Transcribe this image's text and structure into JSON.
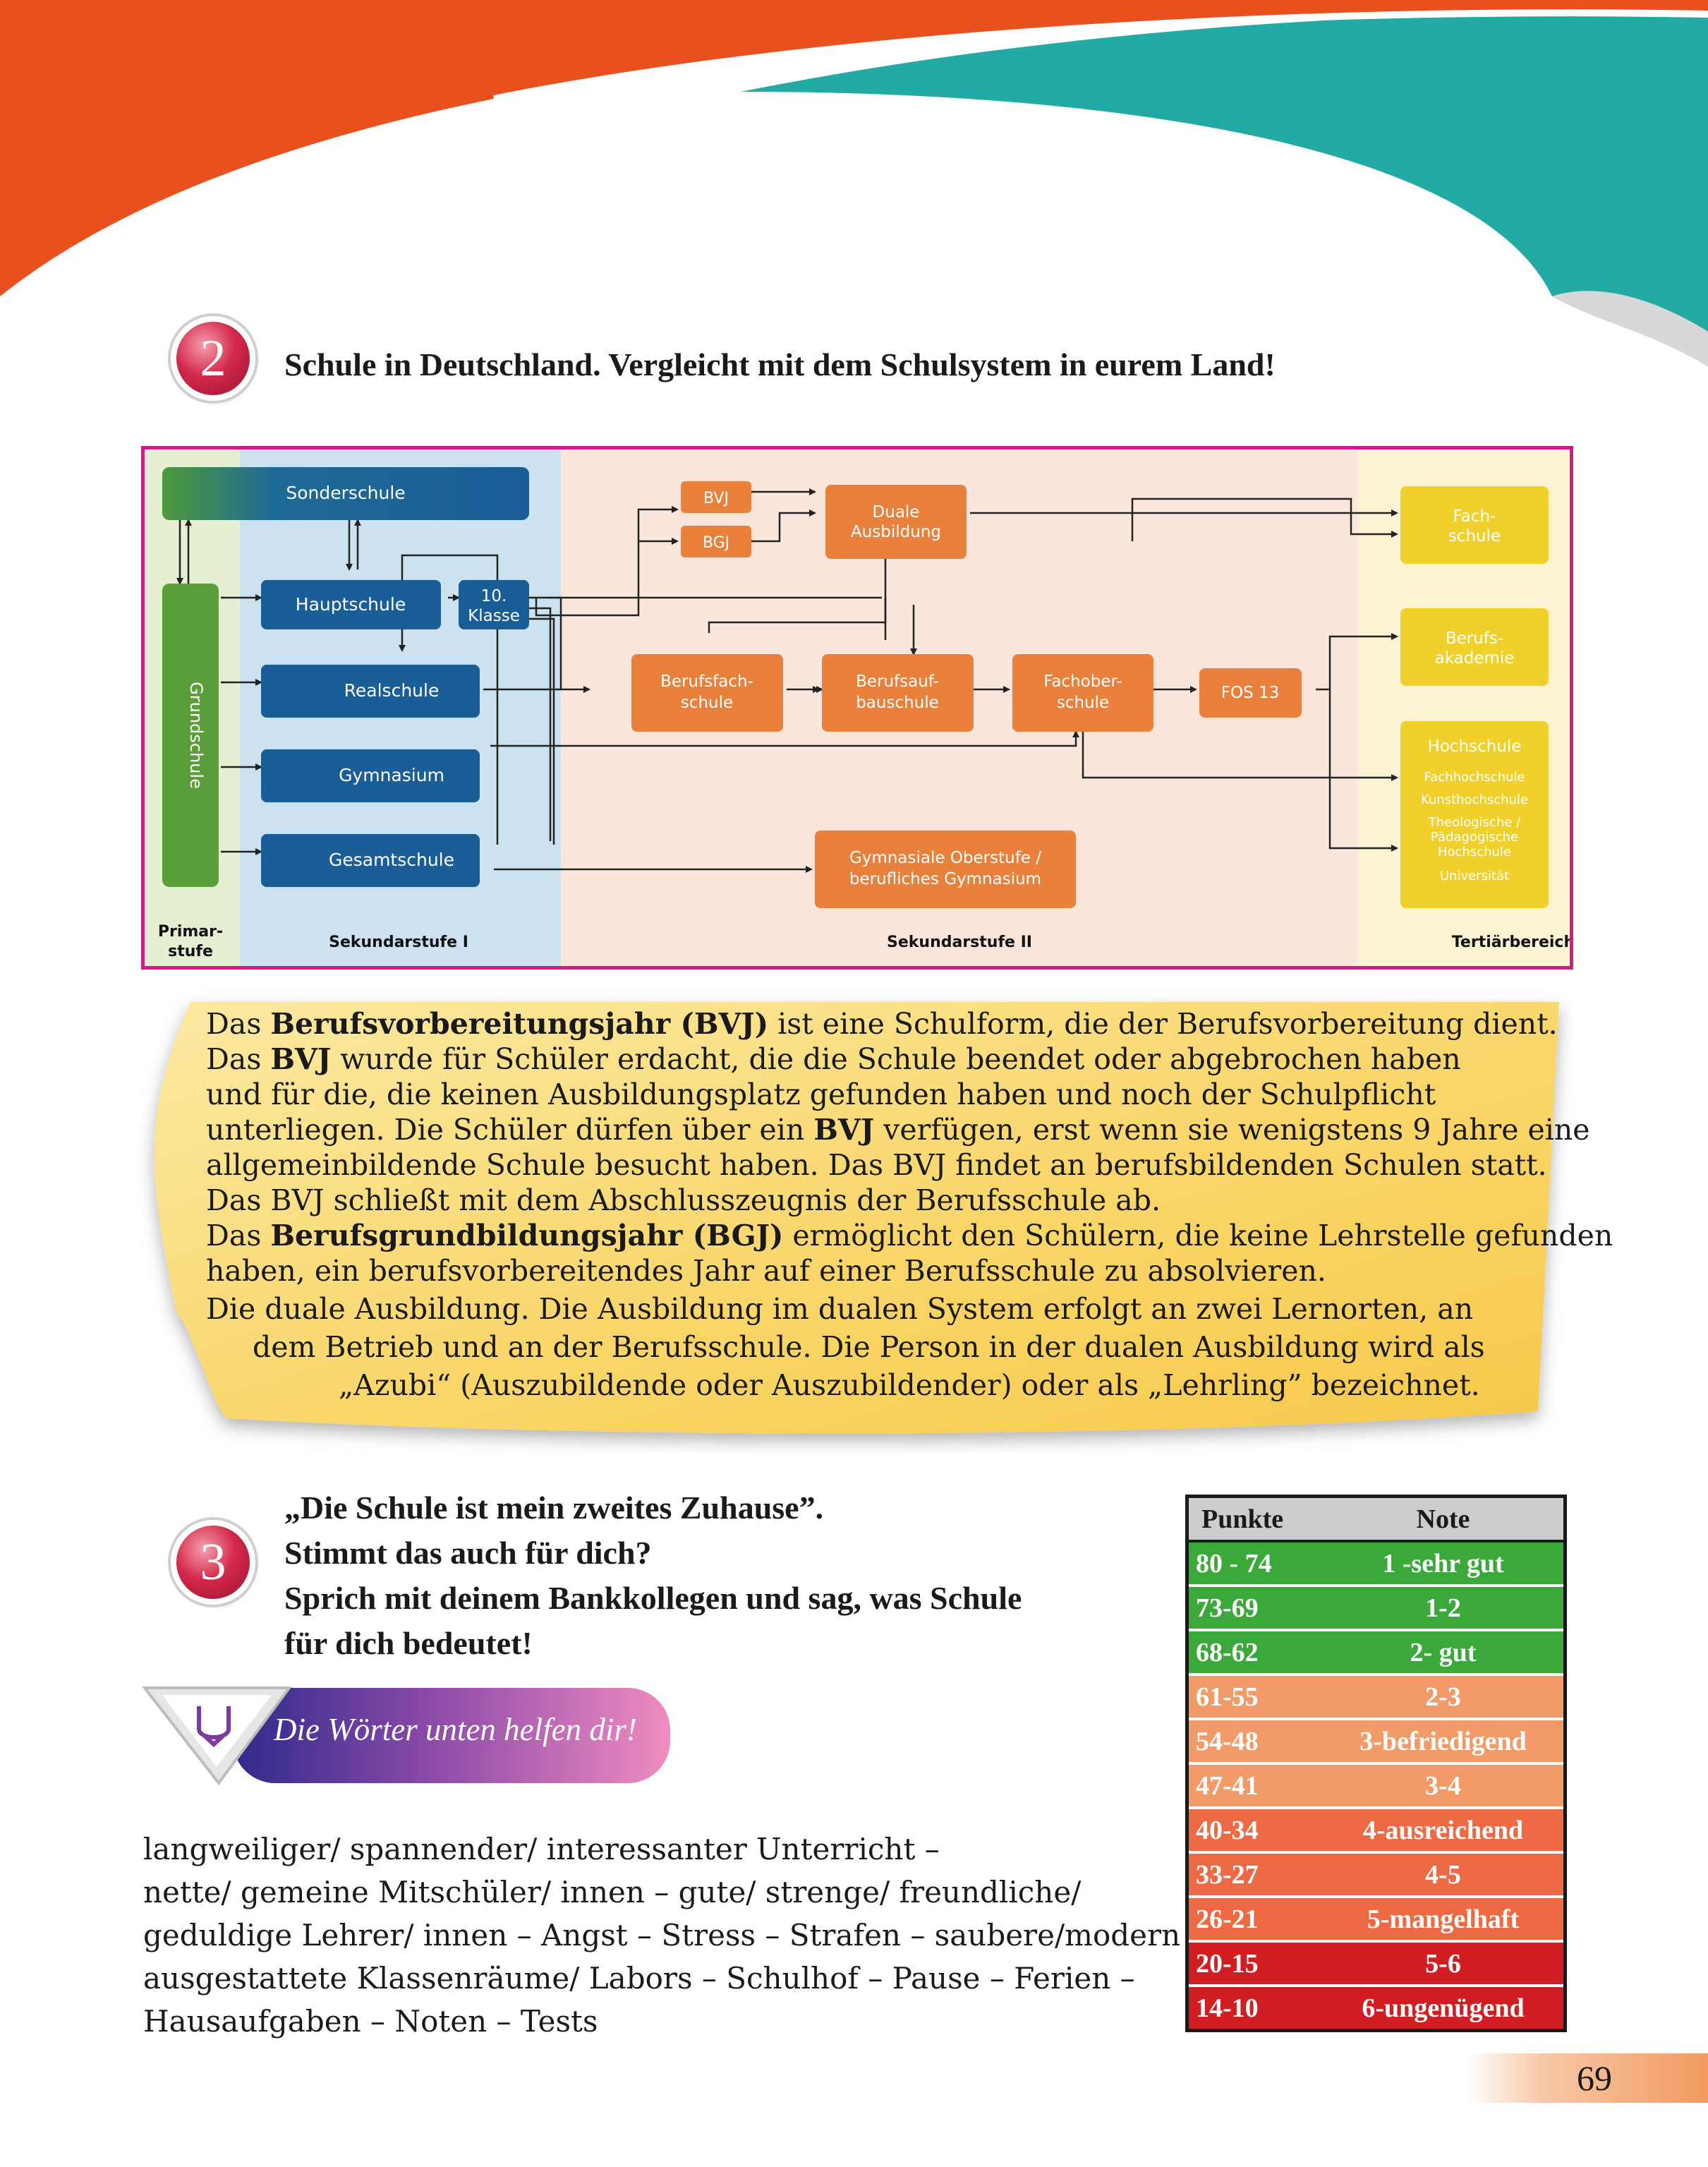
{
  "task2": {
    "number": "2",
    "title": "Schule in Deutschland. Vergleicht mit dem Schulsystem in eurem Land!"
  },
  "diagram": {
    "zones": {
      "primary": "Primar-",
      "primary2": "stufe",
      "sek1": "Sekundarstufe I",
      "sek2": "Sekundarstufe II",
      "tertiary": "Tertiärbereich"
    },
    "boxes": {
      "sonderschule": "Sonderschule",
      "grundschule": "Grundschule",
      "hauptschule": "Hauptschule",
      "klasse10_1": "10.",
      "klasse10_2": "Klasse",
      "realschule": "Realschule",
      "gymnasium": "Gymnasium",
      "gesamtschule": "Gesamtschule",
      "bvj": "BVJ",
      "bgj": "BGJ",
      "duale_1": "Duale",
      "duale_2": "Ausbildung",
      "berufsfach_1": "Berufsfach-",
      "berufsfach_2": "schule",
      "berufsauf_1": "Berufsauf-",
      "berufsauf_2": "bauschule",
      "fachober_1": "Fachober-",
      "fachober_2": "schule",
      "fos13": "FOS 13",
      "gym_ober_1": "Gymnasiale Oberstufe /",
      "gym_ober_2": "berufliches Gymnasium",
      "fach_1": "Fach-",
      "fach_2": "schule",
      "berufs_1": "Berufs-",
      "berufs_2": "akademie",
      "hochschule": "Hochschule",
      "hs_1": "Fachhochschule",
      "hs_2": "Kunsthochschule",
      "hs_3": "Theologische /",
      "hs_4": "Pädagogische",
      "hs_5": "Hochschule",
      "hs_6": "Universität"
    }
  },
  "note": {
    "l1a": "Das ",
    "l1b": "Berufsvorbereitungsjahr (BVJ)",
    "l1c": " ist eine Schulform, die der Berufsvorbereitung dient.",
    "l2a": "Das ",
    "l2b": "BVJ",
    "l2c": " wurde für Schüler erdacht, die die Schule beendet oder abgebrochen haben",
    "l3": "und für die, die keinen Ausbildungsplatz gefunden haben und noch der Schulpflicht",
    "l4": "unterliegen. Die Schüler dürfen über ein ",
    "l4b": "BVJ",
    "l4c": " verfügen, erst wenn sie wenigstens 9 Jahre eine",
    "l5": "allgemeinbildende Schule besucht haben. Das BVJ findet an berufsbildenden Schulen statt.",
    "l6": "Das BVJ schließt mit dem Abschlusszeugnis der Berufsschule ab.",
    "l7a": "Das ",
    "l7b": "Berufsgrundbildungsjahr (BGJ)",
    "l7c": " ermöglicht den Schülern, die keine Lehrstelle gefunden",
    "l8": "haben, ein berufsvorbereitendes Jahr auf einer Berufsschule zu absolvieren.",
    "l9": "Die duale Ausbildung. Die Ausbildung im dualen System erfolgt an zwei Lernorten, an",
    "l10": "dem Betrieb und an der Berufsschule. Die Person in der dualen Ausbildung wird als",
    "l11": "„Azubi“ (Auszubildende oder Auszubildender) oder als „Lehrling” bezeichnet."
  },
  "task3": {
    "number": "3",
    "line1": "„Die Schule ist mein zweites Zuhause”.",
    "line2": "Stimmt das auch für dich?",
    "line3": "Sprich mit deinem Bankkollegen und sag, was Schule",
    "line4": "für dich bedeutet!"
  },
  "helper": {
    "label": "Die Wörter unten helfen dir!"
  },
  "vocab": [
    "langweiliger/ spannender/ interessanter Unterricht –",
    "nette/ gemeine Mitschüler/ innen – gute/ strenge/ freundliche/",
    "geduldige Lehrer/ innen – Angst – Stress – Strafen – saubere/modern",
    "ausgestattete Klassenräume/ Labors – Schulhof – Pause – Ferien –",
    "Hausaufgaben – Noten – Tests"
  ],
  "grades": {
    "header_points": "Punkte",
    "header_grade": "Note",
    "rows": [
      {
        "points": "80 - 74",
        "grade": "1 -sehr gut",
        "color": "#3aa93a"
      },
      {
        "points": "73-69",
        "grade": "1-2",
        "color": "#3aa93a"
      },
      {
        "points": "68-62",
        "grade": "2- gut",
        "color": "#3aa93a"
      },
      {
        "points": "61-55",
        "grade": "2-3",
        "color": "#f29a68"
      },
      {
        "points": "54-48",
        "grade": "3-befriedigend",
        "color": "#f29a68"
      },
      {
        "points": "47-41",
        "grade": "3-4",
        "color": "#f29a68"
      },
      {
        "points": "40-34",
        "grade": "4-ausreichend",
        "color": "#ee6a45"
      },
      {
        "points": "33-27",
        "grade": "4-5",
        "color": "#ee6a45"
      },
      {
        "points": "26-21",
        "grade": "5-mangelhaft",
        "color": "#ee6a45"
      },
      {
        "points": "20-15",
        "grade": "5-6",
        "color": "#d01e22"
      },
      {
        "points": "14-10",
        "grade": "6-ungenügend",
        "color": "#d01e22"
      }
    ]
  },
  "page": {
    "number": "69"
  }
}
